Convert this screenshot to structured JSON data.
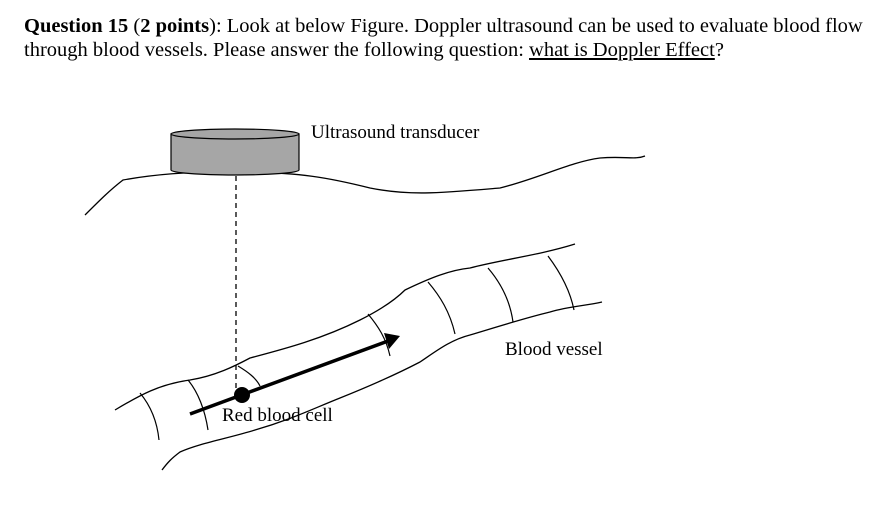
{
  "question": {
    "number_label": "Question 15",
    "points_open": " (",
    "points_label": "2 points",
    "points_close": ")",
    "colon": ": ",
    "text_part1": "Look at below Figure. Doppler ultrasound can be used to evaluate blood flow through blood vessels.  Please answer the following question: ",
    "underlined_text": "what is Doppler Effect",
    "text_end": "?"
  },
  "figure": {
    "labels": {
      "transducer": "Ultrasound transducer",
      "vessel": "Blood vessel",
      "red_cell": "Red blood cell"
    },
    "colors": {
      "transducer_fill": "#a6a6a6",
      "line": "#000000"
    }
  }
}
